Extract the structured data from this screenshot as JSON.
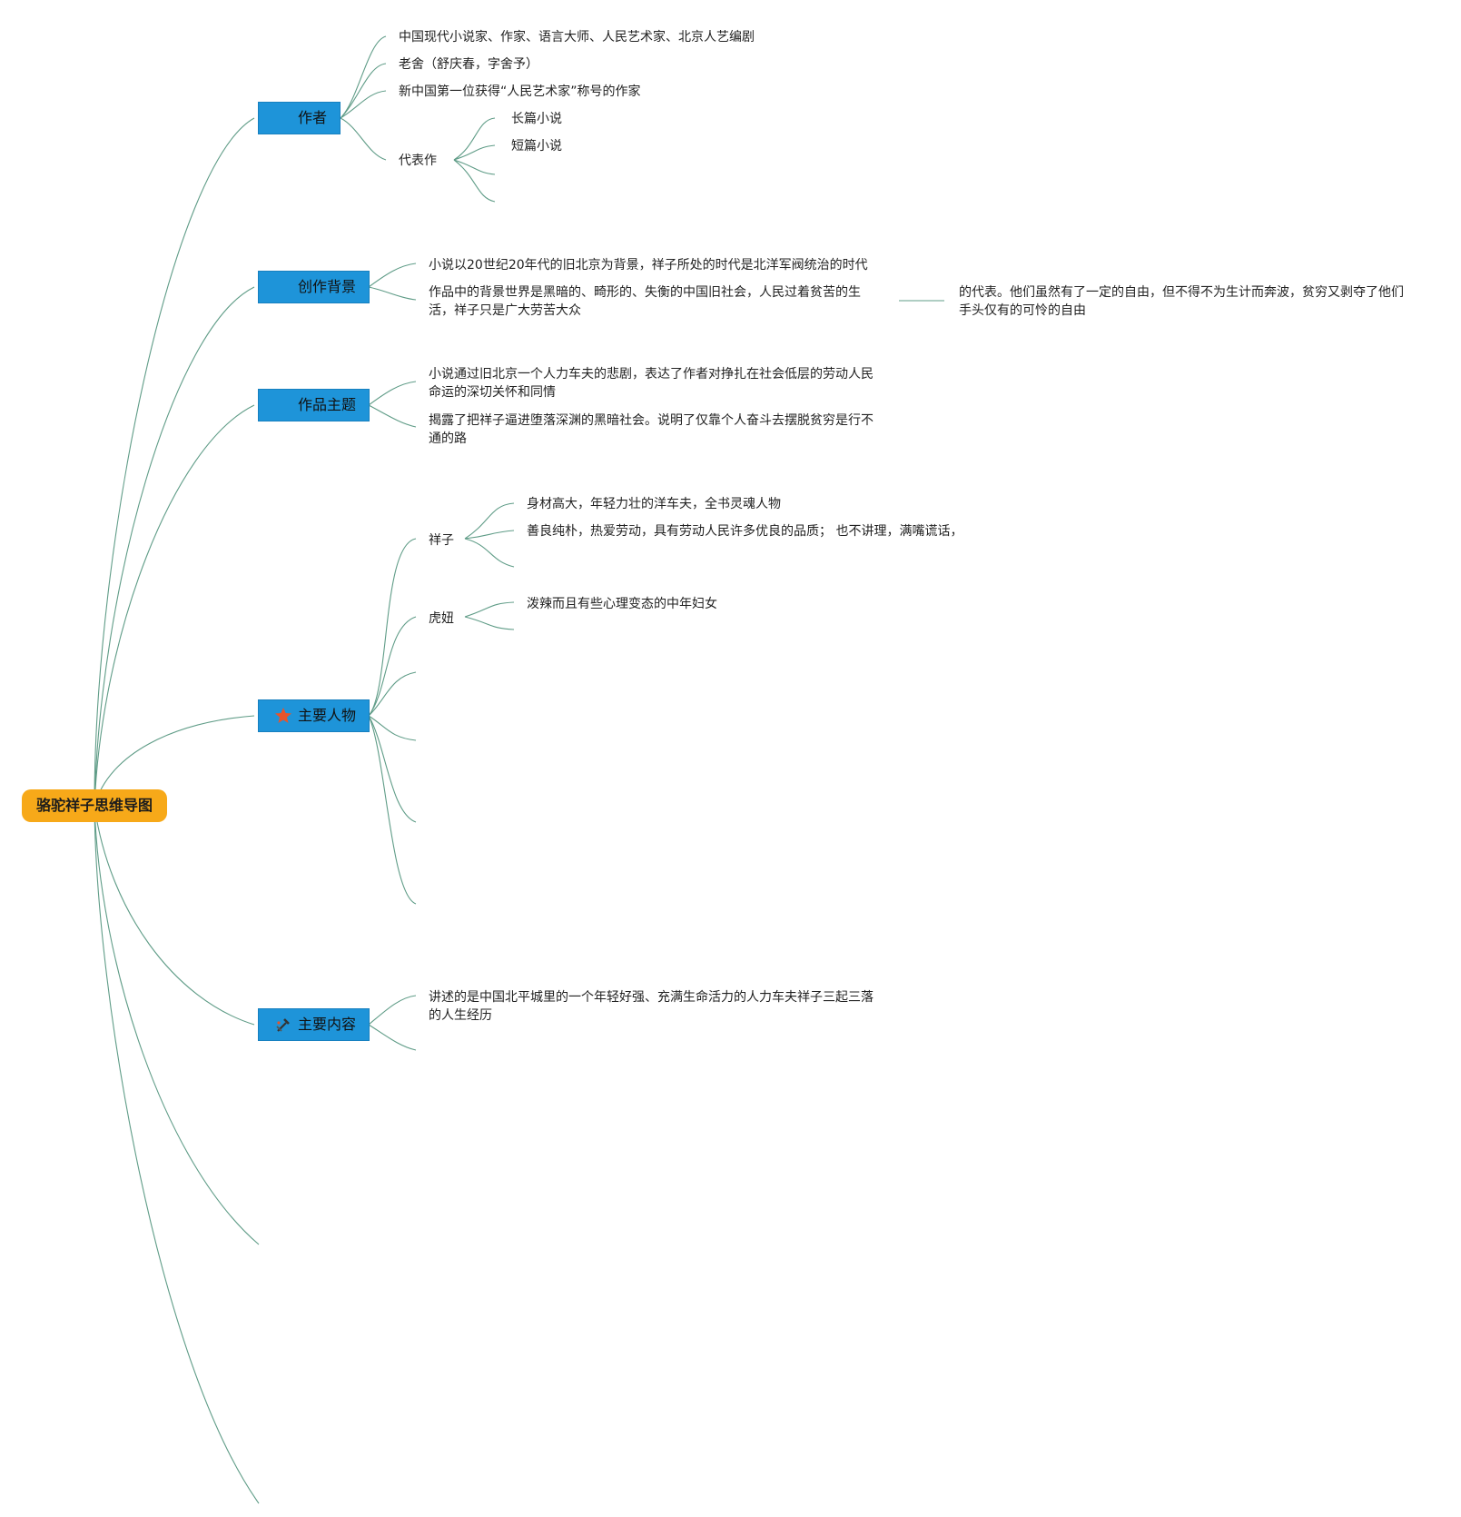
{
  "root": {
    "label": "骆驼祥子思维导图"
  },
  "branches": {
    "author": {
      "label": "作者"
    },
    "background": {
      "label": "创作背景"
    },
    "theme": {
      "label": "作品主题"
    },
    "characters": {
      "label": "主要人物",
      "icon": "star-icon"
    },
    "content": {
      "label": "主要内容",
      "icon": "tools-icon"
    }
  },
  "author": {
    "line1": "中国现代小说家、作家、语言大师、人民艺术家、北京人艺编剧",
    "line2": "老舍（舒庆春，字舍予）",
    "line3": "新中国第一位获得“人民艺术家”称号的作家",
    "works": {
      "label": "代表作",
      "long": "长篇小说",
      "short": "短篇小说"
    }
  },
  "background": {
    "line1": "小说以20世纪20年代的旧北京为背景，祥子所处的时代是北洋军阀统治的时代",
    "line2": "作品中的背景世界是黑暗的、畸形的、失衡的中国旧社会，人民过着贫苦的生活，祥子只是广大劳苦大众",
    "line2_cont": "的代表。他们虽然有了一定的自由，但不得不为生计而奔波，贫穷又剥夺了他们手头仅有的可怜的自由"
  },
  "theme": {
    "line1": "小说通过旧北京一个人力车夫的悲剧，表达了作者对挣扎在社会低层的劳动人民命运的深切关怀和同情",
    "line2": "揭露了把祥子逼进堕落深渊的黑暗社会。说明了仅靠个人奋斗去摆脱贫穷是行不通的路"
  },
  "characters": {
    "xiangzi": {
      "label": "祥子",
      "trait1": "身材高大，年轻力壮的洋车夫，全书灵魂人物",
      "trait2": "善良纯朴，热爱劳动，具有劳动人民许多优良的品质； 也不讲理，满嘴谎话，"
    },
    "huniu": {
      "label": "虎妞",
      "trait1": "泼辣而且有些心理变态的中年妇女"
    }
  },
  "content": {
    "line1": "讲述的是中国北平城里的一个年轻好强、充满生命活力的人力车夫祥子三起三落的人生经历"
  },
  "colors": {
    "root": "#f7a919",
    "branch": "#1e94d9",
    "line": "#5f9c87",
    "star": "#e8542a"
  }
}
